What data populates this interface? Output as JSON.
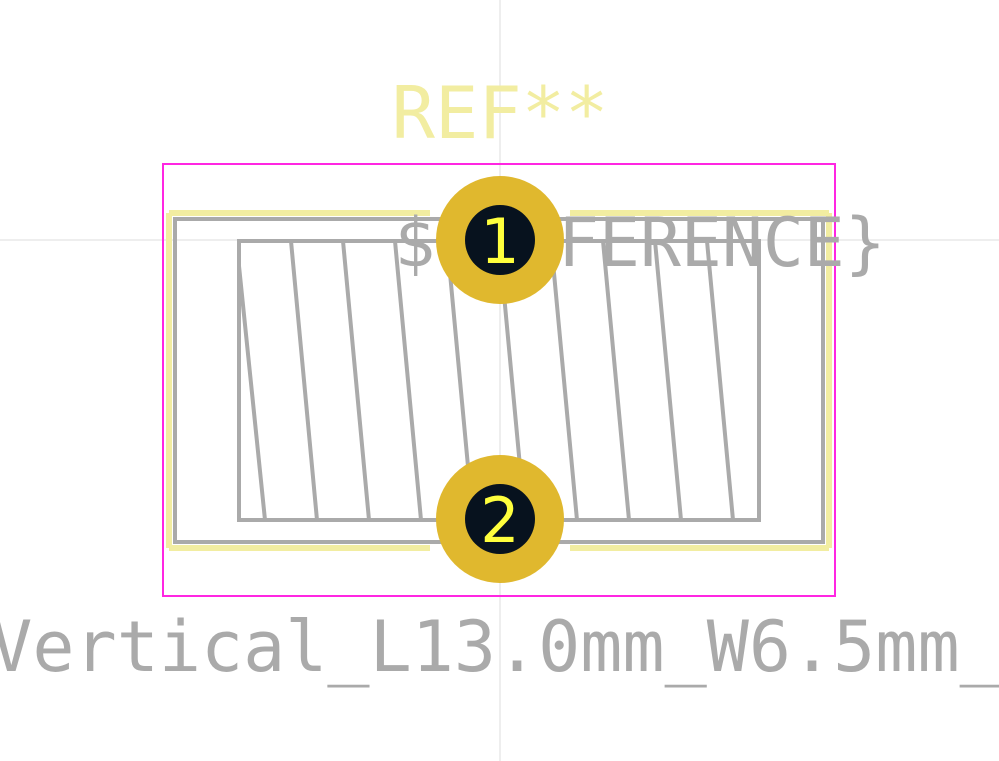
{
  "footprint": {
    "ref_label": "REF**",
    "reference_field": "${REFERENCE}",
    "value_label": "Vertical_L13.0mm_W6.5mm_",
    "pads": [
      {
        "number": "1"
      },
      {
        "number": "2"
      }
    ]
  },
  "colors": {
    "background": "#ffffff",
    "crosshair": "#dddddd",
    "courtyard": "#ff26e2",
    "silkscreen": "#f2eda1",
    "fabrication": "#aaaaaa",
    "pad_fill": "#e0b82e",
    "pad_hole": "#07121e",
    "pad_number": "#ffff3d",
    "ref_text": "#f2eda1",
    "value_text": "#aaaaaa"
  }
}
